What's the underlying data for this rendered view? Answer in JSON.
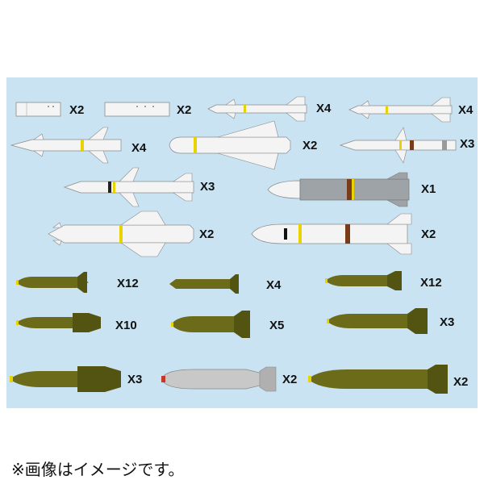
{
  "colors": {
    "background": "#c9e3f2",
    "missile_body": "#f4f4f4",
    "missile_outline": "#8a8a8a",
    "yellow_band": "#e8d200",
    "brown_band": "#7a3b1a",
    "bomb_olive": "#6b6b1a",
    "bomb_dark": "#545412",
    "grey_missile": "#9ea3a8",
    "silver_tank": "#c8c8c8"
  },
  "quantities": [
    {
      "id": "pod-a",
      "label": "X2"
    },
    {
      "id": "pod-b",
      "label": "X2"
    },
    {
      "id": "missile-sidewinder-a",
      "label": "X4"
    },
    {
      "id": "missile-sidewinder-b",
      "label": "X4"
    },
    {
      "id": "missile-sparrow",
      "label": "X4"
    },
    {
      "id": "missile-phoenix",
      "label": "X2"
    },
    {
      "id": "missile-small",
      "label": "X3"
    },
    {
      "id": "missile-standard",
      "label": "X3"
    },
    {
      "id": "missile-grey",
      "label": "X1"
    },
    {
      "id": "missile-harpoon",
      "label": "X2"
    },
    {
      "id": "missile-large",
      "label": "X2"
    },
    {
      "id": "bomb-mk82",
      "label": "X12"
    },
    {
      "id": "bomb-snake",
      "label": "X4"
    },
    {
      "id": "bomb-mk82-b",
      "label": "X12"
    },
    {
      "id": "bomb-gbu",
      "label": "X10"
    },
    {
      "id": "bomb-mk83",
      "label": "X5"
    },
    {
      "id": "bomb-mk84",
      "label": "X3"
    },
    {
      "id": "bomb-gbu-large",
      "label": "X3"
    },
    {
      "id": "fuel-tank",
      "label": "X2"
    },
    {
      "id": "bomb-large",
      "label": "X2"
    }
  ],
  "caption": "※画像はイメージです。"
}
